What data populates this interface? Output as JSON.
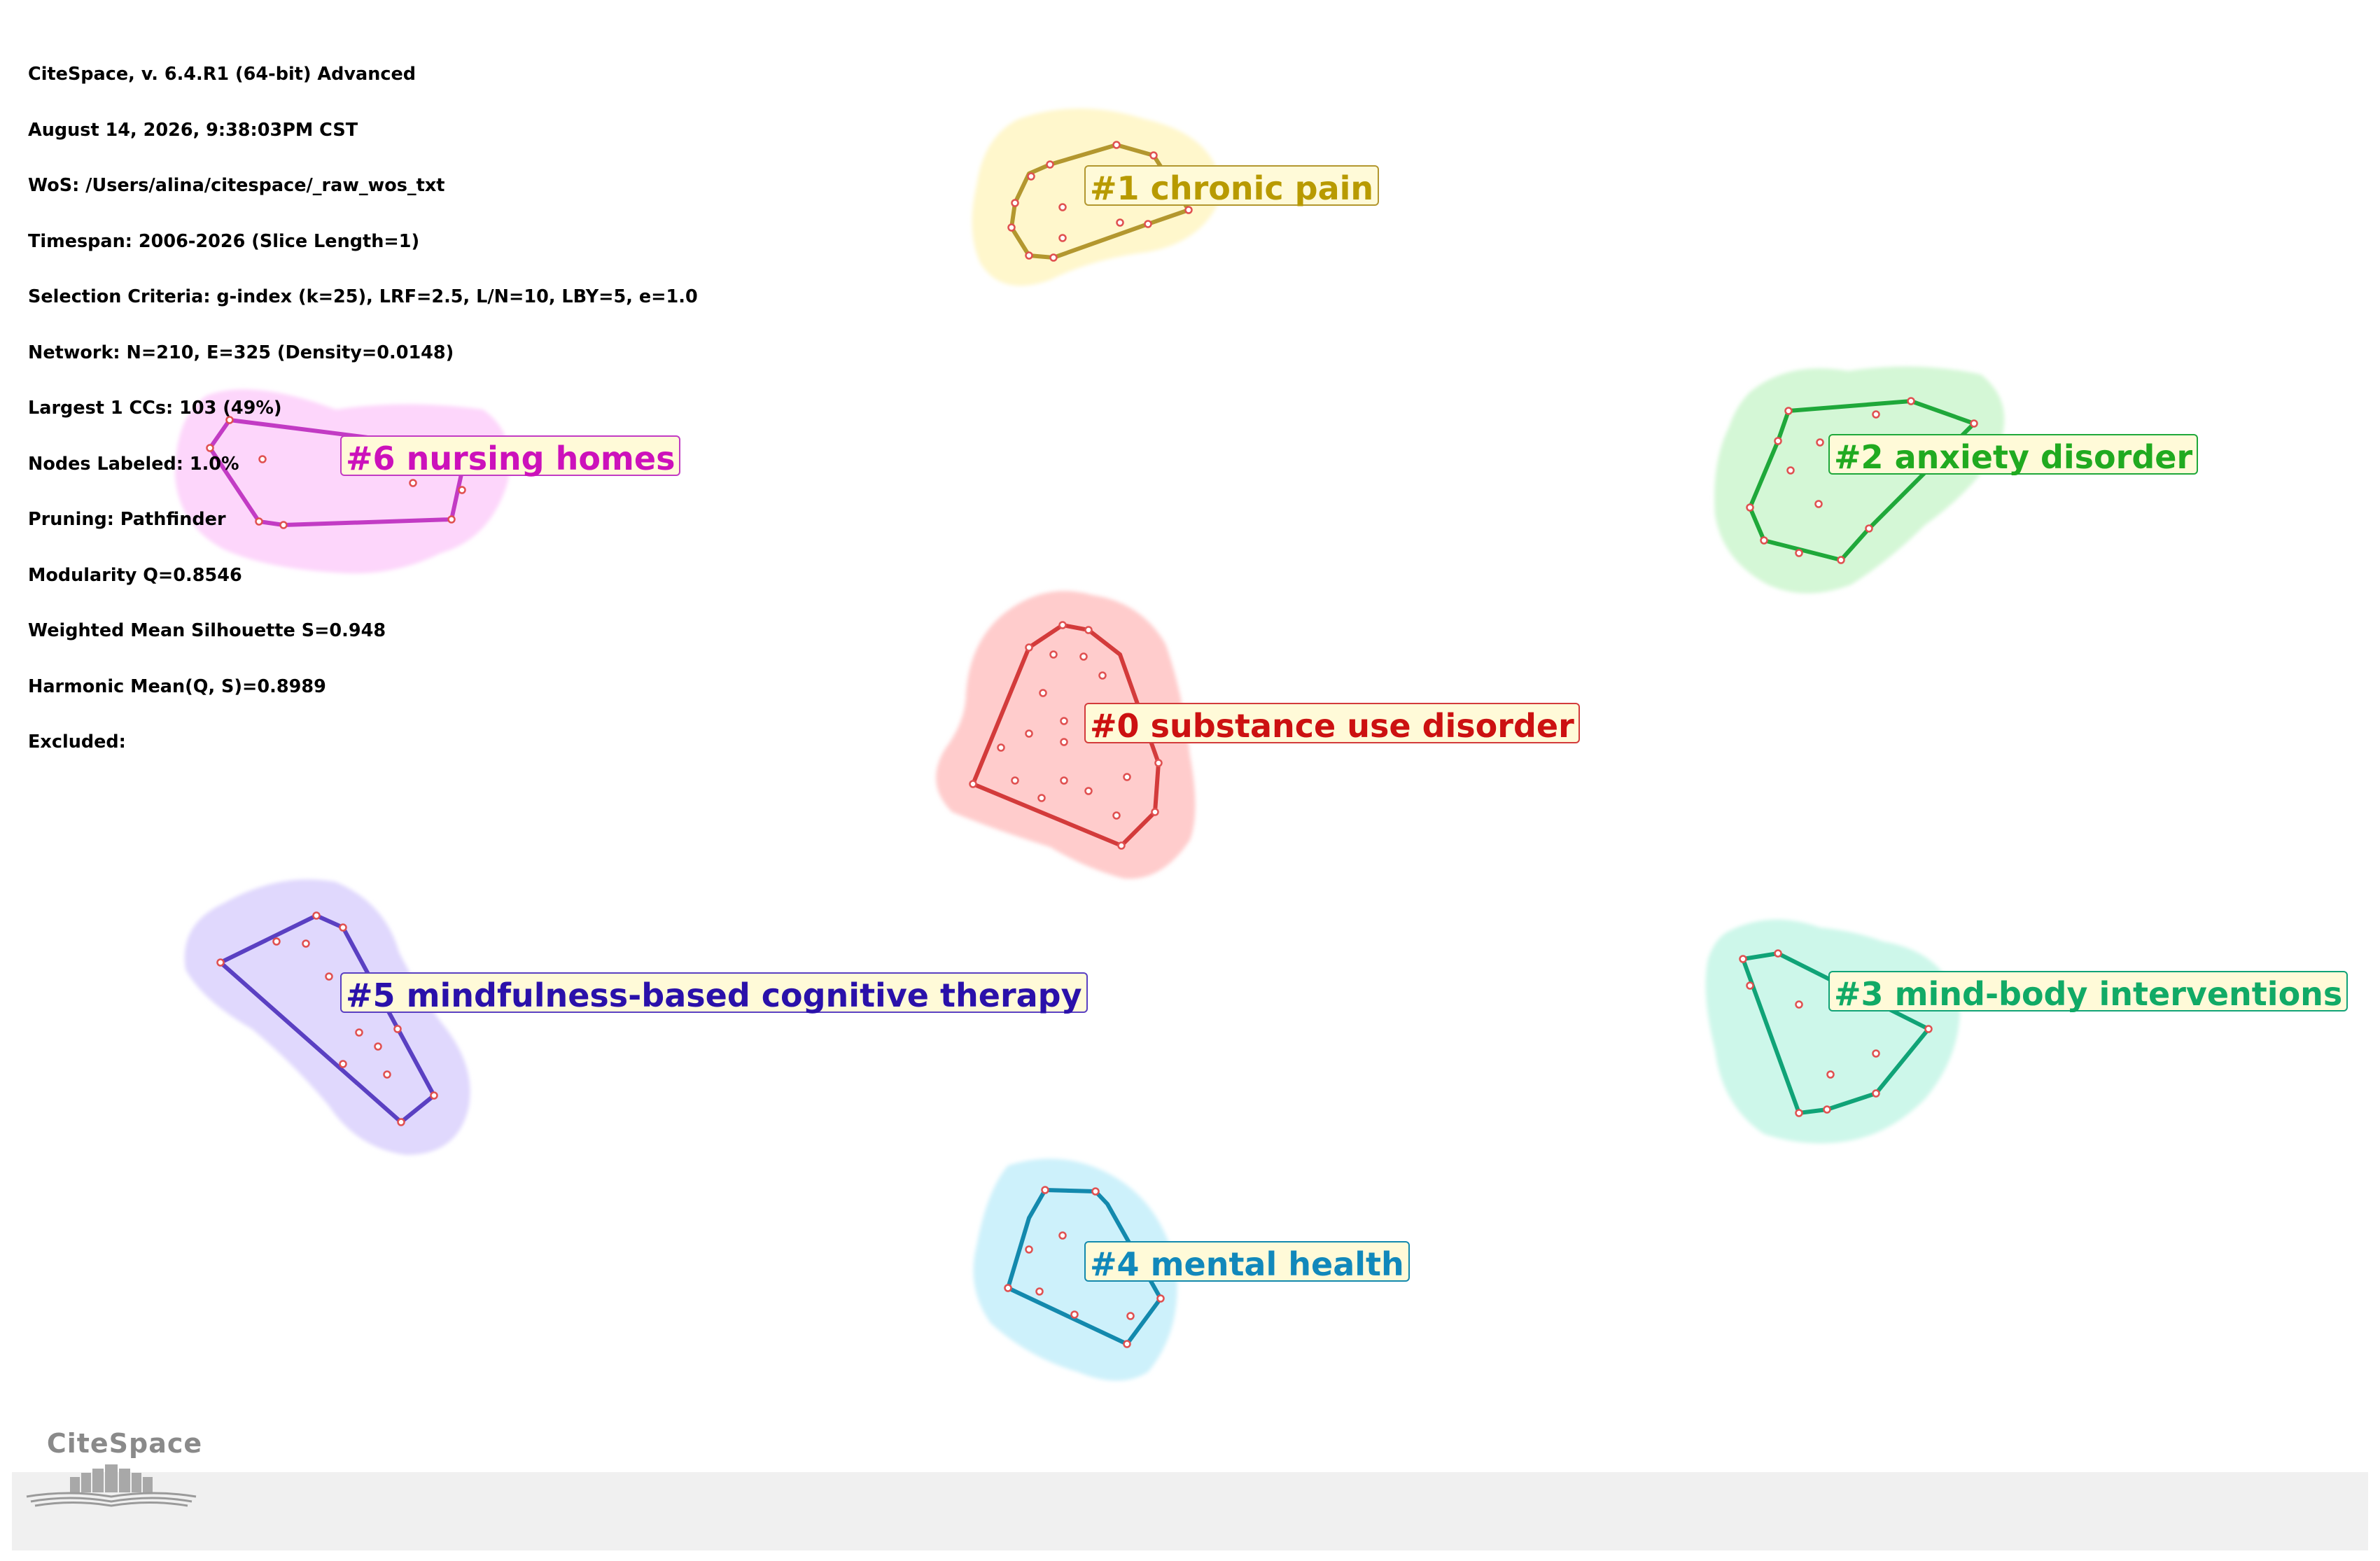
{
  "info": {
    "lines": [
      "CiteSpace, v. 6.4.R1 (64-bit) Advanced",
      "August 14, 2026, 9:38:03PM CST",
      "WoS: /Users/alina/citespace/_raw_wos_txt",
      "Timespan: 2006-2026 (Slice Length=1)",
      "Selection Criteria: g-index (k=25), LRF=2.5, L/N=10, LBY=5, e=1.0",
      "Network: N=210, E=325 (Density=0.0148)",
      "Largest 1 CCs: 103 (49%)",
      "Nodes Labeled: 1.0%",
      "Pruning: Pathfinder",
      "Modularity Q=0.8546",
      "Weighted Mean Silhouette S=0.948",
      "Harmonic Mean(Q, S)=0.8989",
      "Excluded:"
    ]
  },
  "clusters": [
    {
      "id": 0,
      "label": "#0 substance use disorder",
      "color": "#cc1111",
      "hull_color": "#d33b3b",
      "fill": "#ffcccc"
    },
    {
      "id": 1,
      "label": "#1 chronic pain",
      "color": "#b89a00",
      "hull_color": "#b3972f",
      "fill": "#fff7cc"
    },
    {
      "id": 2,
      "label": "#2 anxiety disorder",
      "color": "#20aa20",
      "hull_color": "#1fa83a",
      "fill": "#d4f7d6"
    },
    {
      "id": 3,
      "label": "#3 mind-body interventions",
      "color": "#11aa66",
      "hull_color": "#10a377",
      "fill": "#cdf7ea"
    },
    {
      "id": 4,
      "label": "#4 mental health",
      "color": "#1188bb",
      "hull_color": "#1389ad",
      "fill": "#cdf1fb"
    },
    {
      "id": 5,
      "label": "#5 mindfulness-based cognitive therapy",
      "color": "#2a11aa",
      "hull_color": "#5a40c2",
      "fill": "#e0d8fd"
    },
    {
      "id": 6,
      "label": "#6 nursing homes",
      "color": "#cc11bb",
      "hull_color": "#c23bc4",
      "fill": "#fdd6fb"
    }
  ],
  "logo": {
    "text": "CiteSpace"
  }
}
